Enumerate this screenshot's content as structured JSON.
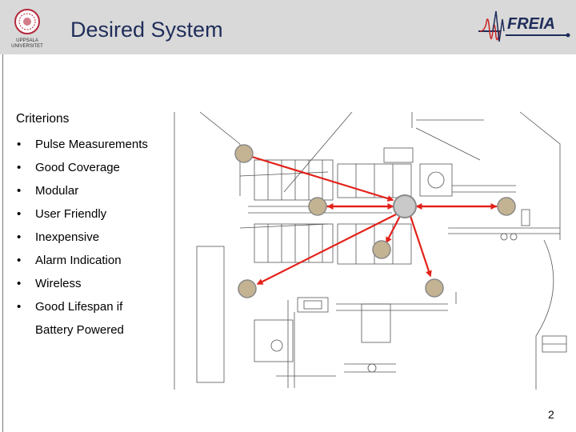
{
  "header": {
    "title": "Desired System",
    "uppsala_logo_text": "UPPSALA UNIVERSITET",
    "freia_logo_text": "FREIA"
  },
  "content": {
    "heading": "Criterions",
    "bullet": "•",
    "items": [
      {
        "text": "Pulse Measurements"
      },
      {
        "text": "Good Coverage"
      },
      {
        "text": "Modular"
      },
      {
        "text": "User Friendly"
      },
      {
        "text": "Inexpensive"
      },
      {
        "text": "Alarm Indication"
      },
      {
        "text": "Wireless"
      },
      {
        "text": "Good Lifespan if",
        "continuation": "Battery Powered"
      }
    ]
  },
  "diagram": {
    "hub_color": "#c9c9c9",
    "node_color": "#c4b392",
    "arrow_color": "#e32119",
    "node_count": 7
  },
  "footer": {
    "page_number": "2"
  }
}
